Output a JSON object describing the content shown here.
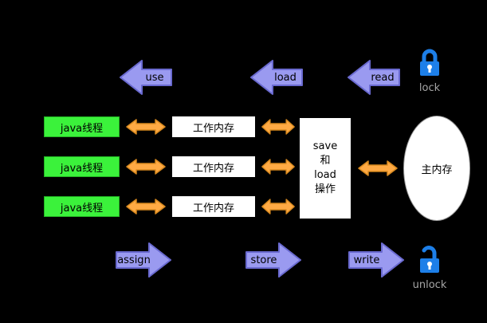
{
  "colors": {
    "background": "#000000",
    "arrow_purple": "#9a9af0",
    "arrow_purple_stroke": "#6a6ad0",
    "arrow_orange": "#ffaa44",
    "arrow_orange_stroke": "#d98a1f",
    "thread_green": "#3bf23b",
    "box_white": "#ffffff",
    "lock_blue": "#1d7fe8",
    "label_gray": "#a6a6a6"
  },
  "top_arrows": [
    {
      "label": "use"
    },
    {
      "label": "load"
    },
    {
      "label": "read"
    }
  ],
  "bottom_arrows": [
    {
      "label": "assign"
    },
    {
      "label": "store"
    },
    {
      "label": "write"
    }
  ],
  "lock": {
    "label": "lock"
  },
  "unlock": {
    "label": "unlock"
  },
  "threads": [
    {
      "label": "java线程"
    },
    {
      "label": "java线程"
    },
    {
      "label": "java线程"
    }
  ],
  "working_memory": [
    {
      "label": "工作内存"
    },
    {
      "label": "工作内存"
    },
    {
      "label": "工作内存"
    }
  ],
  "save_load": {
    "lines": [
      "save",
      "和",
      "load",
      "操作"
    ]
  },
  "main_memory": {
    "label": "主内存"
  }
}
